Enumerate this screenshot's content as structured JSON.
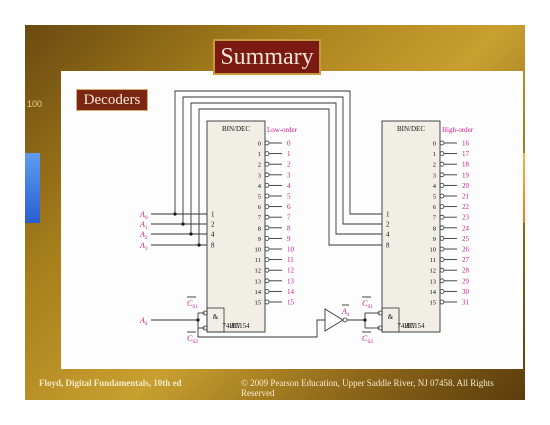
{
  "title": "Summary",
  "section": "Decoders",
  "side_number": "100",
  "footer": {
    "left": "Floyd, Digital Fundamentals, 10th ed",
    "right": "© 2009 Pearson Education, Upper Saddle River, NJ 07458. All Rights Reserved"
  },
  "colors": {
    "magenta": "#cc1a8c",
    "panel_bg": "#fdfdfd",
    "title_bg": "#7a1a12",
    "chip_fill": "#f1eee6"
  },
  "diagram": {
    "low_chip": {
      "name": "BIN/DEC",
      "part": "74HC154",
      "group_label": "Low-order",
      "input_pins": [
        "1",
        "2",
        "4",
        "8"
      ],
      "enable": "EN",
      "and_symbol": "&",
      "cs1": "CS1",
      "cs2": "CS2",
      "output_pins": [
        "0",
        "1",
        "2",
        "3",
        "4",
        "5",
        "6",
        "7",
        "8",
        "9",
        "10",
        "11",
        "12",
        "13",
        "14",
        "15"
      ],
      "output_labels": [
        "0",
        "1",
        "2",
        "3",
        "4",
        "5",
        "6",
        "7",
        "8",
        "9",
        "10",
        "11",
        "12",
        "13",
        "14",
        "15"
      ]
    },
    "high_chip": {
      "name": "BIN/DEC",
      "part": "74HC154",
      "group_label": "High-order",
      "input_pins": [
        "1",
        "2",
        "4",
        "8"
      ],
      "enable": "EN",
      "and_symbol": "&",
      "cs1": "CS1",
      "cs2": "CS2",
      "output_pins": [
        "0",
        "1",
        "2",
        "3",
        "4",
        "5",
        "6",
        "7",
        "8",
        "9",
        "10",
        "11",
        "12",
        "13",
        "14",
        "15"
      ],
      "output_labels": [
        "16",
        "17",
        "18",
        "19",
        "20",
        "21",
        "22",
        "23",
        "24",
        "25",
        "26",
        "27",
        "28",
        "29",
        "30",
        "31"
      ]
    },
    "inputs": [
      "A0",
      "A1",
      "A2",
      "A3"
    ],
    "a4": "A4",
    "a4_bar": "A4"
  }
}
